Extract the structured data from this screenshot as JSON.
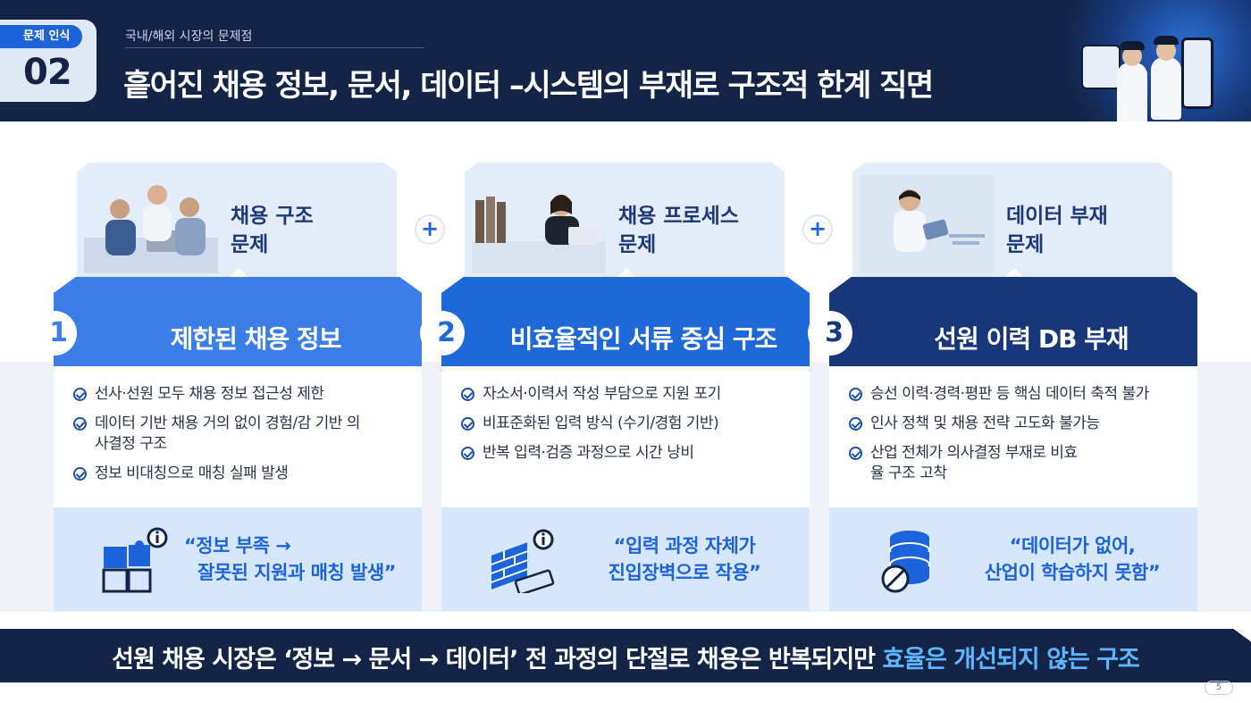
{
  "header": {
    "badge_label": "문제 인식",
    "badge_number": "02",
    "subtitle": "국내/해외 시장의 문제점",
    "title": "흩어진 채용 정보, 문서, 데이터 –시스템의 부재로 구조적 한계 직면"
  },
  "columns": [
    {
      "photo_title_line1": "채용 구조",
      "photo_title_line2": "문제",
      "number": "1",
      "heading": "제한된 채용 정보",
      "bullets": [
        "선사·선원 모두 채용 정보 접근성 제한",
        "데이터 기반 채용 거의 없이 경험/감 기반 의사결정 구조",
        "정보 비대칭으로 매칭 실패 발생"
      ],
      "quote_line1": "“정보 부족 →",
      "quote_line2": "잘못된 지원과 매칭 발생”"
    },
    {
      "photo_title_line1": "채용 프로세스",
      "photo_title_line2": "문제",
      "number": "2",
      "heading": "비효율적인 서류 중심 구조",
      "bullets": [
        "자소서·이력서 작성 부담으로 지원 포기",
        "비표준화된 입력 방식 (수기/경험 기반)",
        "반복 입력·검증 과정으로 시간 낭비"
      ],
      "quote_line1": "“입력 과정 자체가",
      "quote_line2": "진입장벽으로 작용”"
    },
    {
      "photo_title_line1": "데이터 부재",
      "photo_title_line2": "문제",
      "number": "3",
      "heading": "선원 이력 DB 부재",
      "bullets": [
        "승선 이력·경력·평판 등 핵심 데이터 축적 불가",
        "인사 정책 및 채용 전략 고도화 불가능",
        "산업 전체가 의사결정 부재로 비효율 구조 고착"
      ],
      "quote_line1": "“데이터가 없어,",
      "quote_line2": "산업이 학습하지 못함”"
    }
  ],
  "plus_symbol": "+",
  "footer": {
    "text_main": "선원 채용 시장은 ‘정보 → 문서 → 데이터’ 전 과정의 단절로 채용은 반복되지만 ",
    "text_highlight": "효율은 개선되지 않는 구조"
  },
  "page_number": "5",
  "colors": {
    "navy": "#142447",
    "blue": "#1d63d9",
    "banner1": "#3c7ee8",
    "banner2": "#1f68d8",
    "banner3": "#17377a",
    "highlight": "#5db4ff"
  }
}
